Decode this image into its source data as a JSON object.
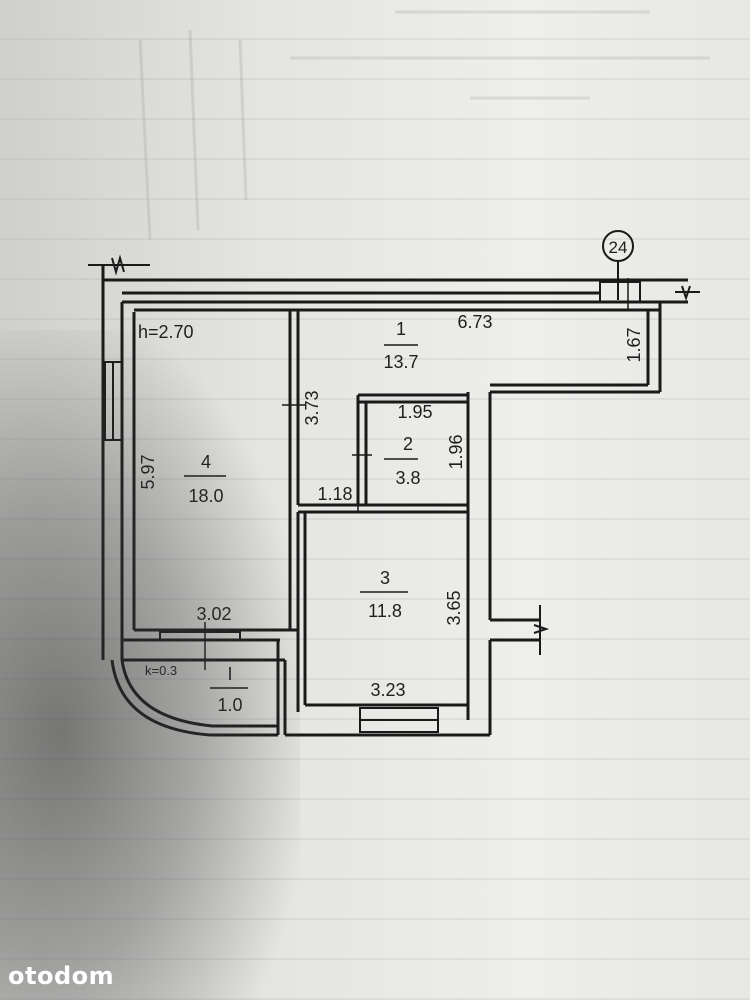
{
  "header_marker": "24",
  "height_note": "h=2.70",
  "rooms": [
    {
      "number": "1",
      "area": "13.7"
    },
    {
      "number": "2",
      "area": "3.8"
    },
    {
      "number": "3",
      "area": "11.8"
    },
    {
      "number": "4",
      "area": "18.0"
    },
    {
      "number": "I",
      "area": "1.0"
    }
  ],
  "dimensions": {
    "d_673": "6.73",
    "d_167": "1.67",
    "d_373": "3.73",
    "d_195": "1.95",
    "d_196": "1.96",
    "d_118": "1.18",
    "d_597": "5.97",
    "d_302": "3.02",
    "d_365": "3.65",
    "d_323": "3.23"
  },
  "balcony_coef": "k=0.3",
  "watermark": "otodom",
  "faded_text": {
    "line1": "",
    "line2": "",
    "line3": ""
  }
}
